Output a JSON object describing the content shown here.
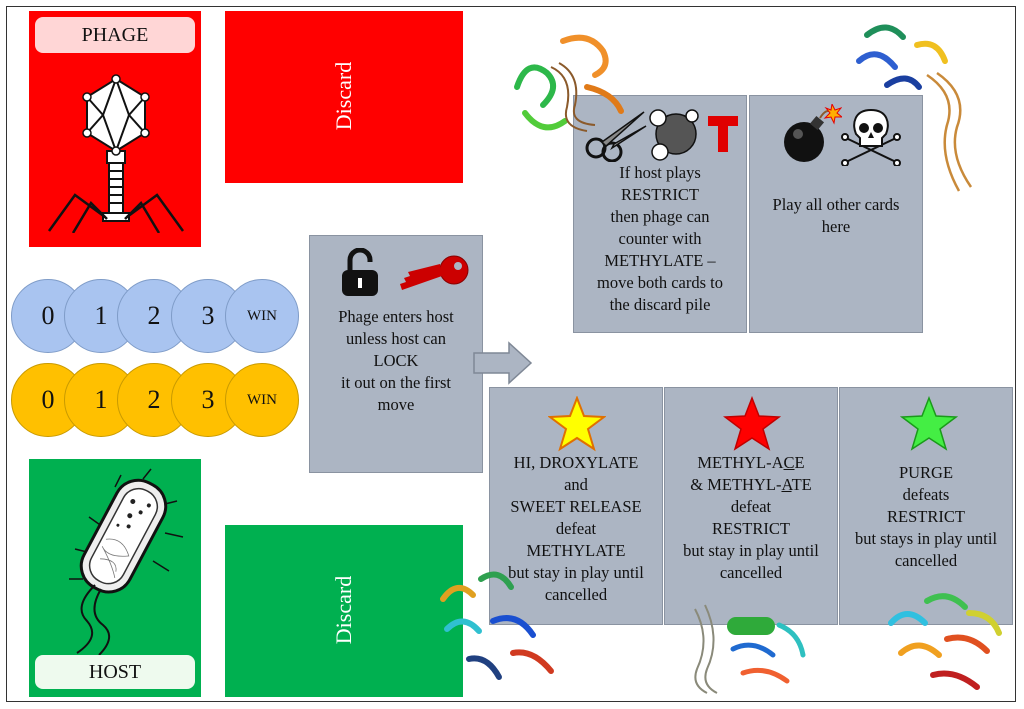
{
  "phage": {
    "label": "PHAGE"
  },
  "host": {
    "label": "HOST"
  },
  "discard": {
    "top_label": "Discard",
    "bottom_label": "Discard"
  },
  "tokens": {
    "phage_track": [
      "0",
      "1",
      "2",
      "3",
      "WIN"
    ],
    "host_track": [
      "0",
      "1",
      "2",
      "3",
      "WIN"
    ]
  },
  "lock_card": {
    "lines": [
      "Phage enters host",
      "unless host can",
      "LOCK",
      "it out on the first",
      "move"
    ]
  },
  "restrict_card": {
    "lines": [
      "If host plays",
      "RESTRICT",
      "then phage can",
      "counter with",
      "METHYLATE –",
      "move both cards to",
      "the discard pile"
    ]
  },
  "play_card": {
    "lines": [
      "Play all other cards",
      "here"
    ]
  },
  "hydroxylate_card": {
    "lines": [
      "HI, DROXYLATE",
      "and",
      "SWEET RELEASE",
      "defeat",
      "METHYLATE",
      "but stay in play until",
      "cancelled"
    ]
  },
  "methylace_card": {
    "line1": "METHYL-A",
    "line1_u": "C",
    "line1_end": "E",
    "line2": "& METHYL-",
    "line2_u": "A",
    "line2_end": "TE",
    "lines": [
      "defeat",
      "RESTRICT",
      "but stay in play until",
      "cancelled"
    ]
  },
  "purge_card": {
    "lines": [
      "PURGE",
      "defeats",
      "RESTRICT",
      "but stays in play until",
      "cancelled"
    ]
  },
  "colors": {
    "phage_red": "#ff0000",
    "host_green": "#00b050",
    "card_gray": "#acb5c3",
    "token_blue": "#a9c4f0",
    "token_gold": "#ffc000",
    "star_yellow": "#ffff00",
    "star_red": "#ff0000",
    "star_green": "#44ee44"
  },
  "icons": [
    "bacteriophage-icon",
    "bacterium-icon",
    "open-padlock-icon",
    "key-icon",
    "scissors-icon",
    "molecule-icon",
    "letter-t-icon",
    "bomb-icon",
    "skull-crossbones-icon",
    "star-icon",
    "protein-structure-icon",
    "arrow-right-icon"
  ]
}
